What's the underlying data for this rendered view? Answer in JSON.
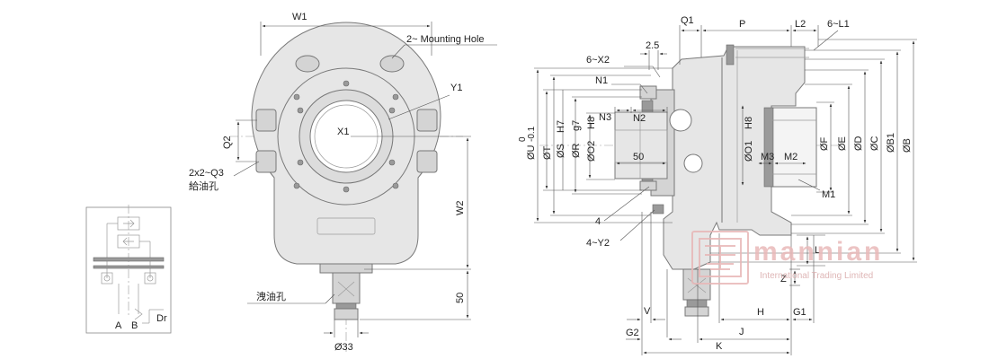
{
  "front_view": {
    "labels": {
      "w1": "W1",
      "mounting_hole": "2~ Mounting Hole",
      "y1": "Y1",
      "x1": "X1",
      "q2": "Q2",
      "q3": "2x2~Q3",
      "oil_inlet": "給油孔",
      "w2": "W2",
      "dim_50": "50",
      "drain": "洩油孔",
      "dia_33": "Ø33"
    }
  },
  "hydraulic_schematic": {
    "labels": {
      "a": "A",
      "b": "B",
      "dr": "Dr"
    }
  },
  "side_view": {
    "labels": {
      "q1": "Q1",
      "p": "P",
      "l2": "L2",
      "l1": "6~L1",
      "d_2_5": "2.5",
      "x2": "6~X2",
      "n1": "N1",
      "n3": "N3",
      "n2": "N2",
      "u": "ØU",
      "u_tol_upper": "0",
      "u_tol_lower": "-0.1",
      "t": "ØT",
      "s": "ØS",
      "h7": "H7",
      "r": "ØR",
      "g7": "g7",
      "o2": "ØO2",
      "h8a": "H8",
      "dim_50": "50",
      "o1": "ØO1",
      "h8b": "H8",
      "m3": "M3",
      "m2": "M2",
      "m1": "M1",
      "f": "ØF",
      "e": "ØE",
      "d": "ØD",
      "c": "ØC",
      "b1": "ØB1",
      "b": "ØB",
      "dim_4": "4",
      "y2": "4~Y2",
      "l": "L",
      "z": "Z",
      "v": "V",
      "h": "H",
      "g1": "G1",
      "g2": "G2",
      "j": "J",
      "k": "K"
    }
  },
  "watermark": {
    "brand": "mannian",
    "subtitle": "International Trading Limited",
    "color": "#e3a3a3"
  }
}
